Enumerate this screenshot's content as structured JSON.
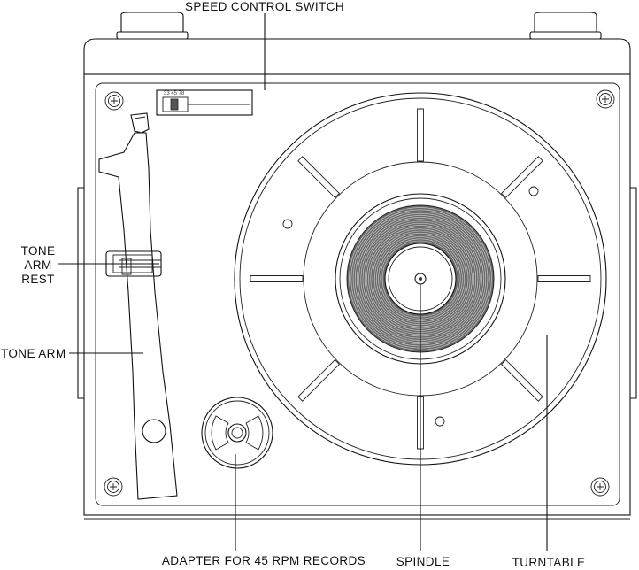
{
  "labels": {
    "speed_control_switch": "SPEED CONTROL SWITCH",
    "tone_arm_rest_line1": "TONE",
    "tone_arm_rest_line2": "ARM",
    "tone_arm_rest_line3": "REST",
    "tone_arm": "TONE ARM",
    "adapter": "ADAPTER FOR 45 RPM RECORDS",
    "spindle": "SPINDLE",
    "turntable": "TURNTABLE"
  },
  "switch_marks": "33  45  78"
}
